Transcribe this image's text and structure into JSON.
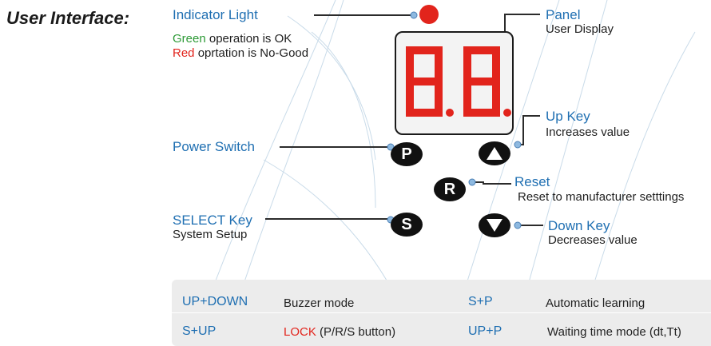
{
  "title": "User Interface:",
  "indicator": {
    "label": "Indicator Light",
    "green_word": "Green",
    "green_rest": " operation is OK",
    "red_word": "Red",
    "red_rest": " oprtation is No-Good",
    "light_color": "#e2241c"
  },
  "panel": {
    "label": "Panel",
    "desc": "User Display",
    "digits": "88"
  },
  "up_key": {
    "label": "Up Key",
    "desc": "Increases value",
    "icon": "triangle-up-icon"
  },
  "power": {
    "label": "Power Switch",
    "key": "P"
  },
  "reset": {
    "label": "Reset",
    "desc": "Reset to manufacturer setttings",
    "key": "R"
  },
  "select": {
    "label": "SELECT Key",
    "desc": "System Setup",
    "key": "S"
  },
  "down_key": {
    "label": "Down Key",
    "desc": "Decreases value",
    "icon": "triangle-down-icon"
  },
  "combos": [
    {
      "key": "UP+DOWN",
      "desc": "Buzzer mode"
    },
    {
      "key": "S+P",
      "desc": "Automatic learning"
    },
    {
      "key": "S+UP",
      "desc_red": "LOCK",
      "desc_rest": " (P/R/S button)"
    },
    {
      "key": "UP+P",
      "desc": "Waiting time mode (dt,Tt)"
    }
  ],
  "colors": {
    "accent": "#1f6fb2",
    "segment_red": "#e2241c",
    "key_black": "#111111"
  }
}
